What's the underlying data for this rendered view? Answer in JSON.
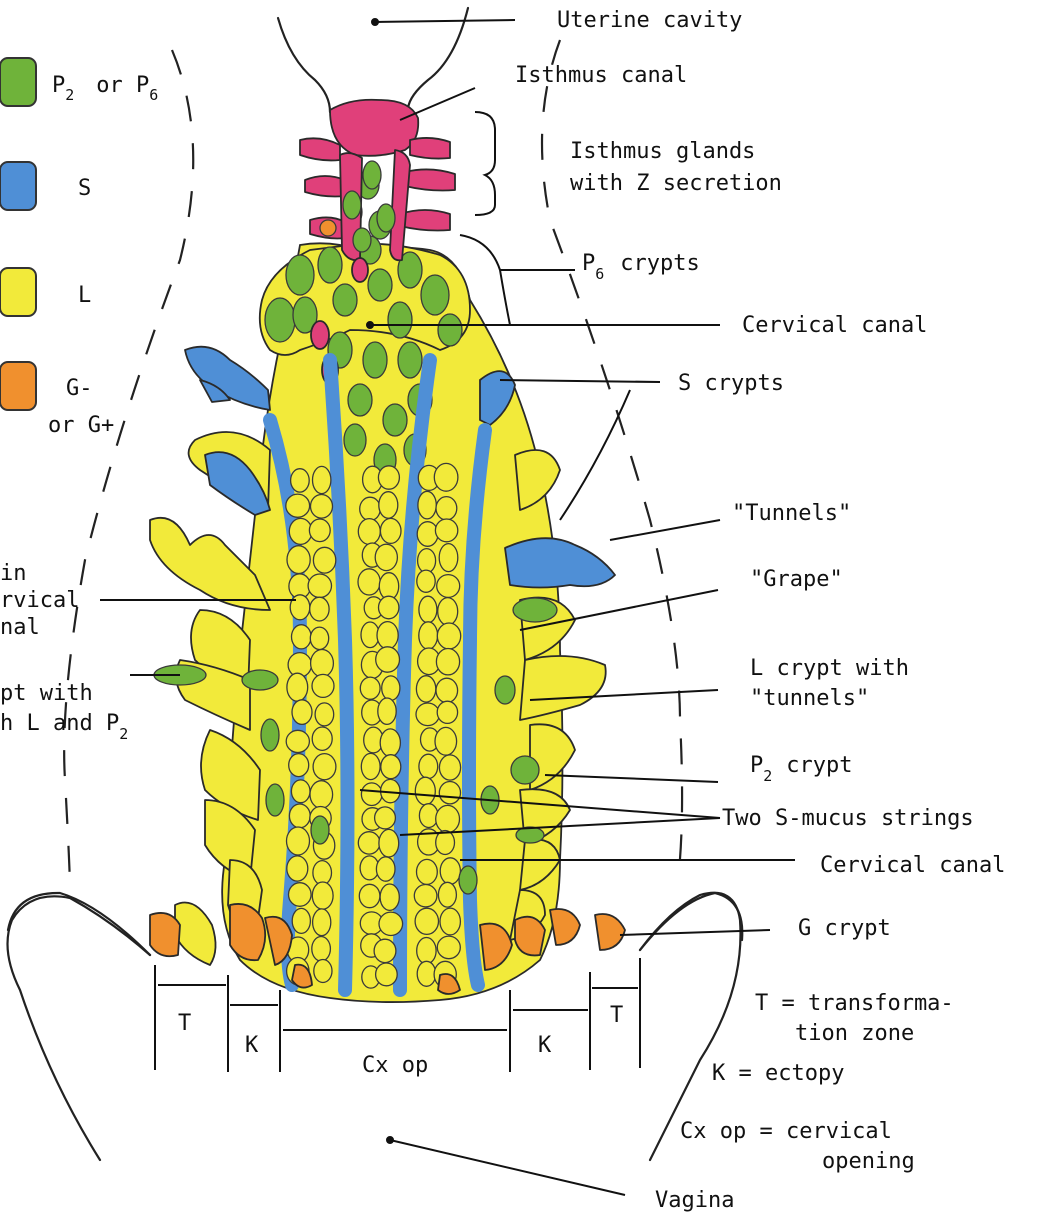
{
  "legend": {
    "items": [
      {
        "label": "P",
        "sub": "2",
        "mid": "or P",
        "sub2": "6",
        "color": "#6fb33a"
      },
      {
        "label": "S",
        "color": "#4f8fd6"
      },
      {
        "label": "L",
        "color": "#f2ea3a"
      },
      {
        "label": "G-",
        "label2": "or G+",
        "color": "#f0902e"
      }
    ]
  },
  "labels": {
    "uterine_cavity": "Uterine cavity",
    "isthmus_canal": "Isthmus canal",
    "isthmus_glands_1": "Isthmus glands",
    "isthmus_glands_2": "with Z secretion",
    "p6_crypts_a": "P",
    "p6_crypts_sub": "6",
    "p6_crypts_b": "crypts",
    "cervical_canal_top": "Cervical canal",
    "s_crypts": "S crypts",
    "tunnels": "\"Tunnels\"",
    "grape": "\"Grape\"",
    "l_crypt_1": "L crypt with",
    "l_crypt_2": "\"tunnels\"",
    "p2_crypt_a": "P",
    "p2_crypt_sub": "2",
    "p2_crypt_b": "crypt",
    "two_s_mucus": "Two S-mucus strings",
    "cervical_canal_bottom": "Cervical canal",
    "g_crypt": "G crypt",
    "left_1": "in",
    "left_2": "rvical",
    "left_3": "nal",
    "left_4": "pt with",
    "left_5": "h L and P",
    "left_5_sub": "2",
    "vagina": "Vagina"
  },
  "zones": {
    "T_left": "T",
    "K_left": "K",
    "Cx_op": "Cx op",
    "K_right": "K",
    "T_right": "T"
  },
  "key": {
    "t_def_1": "T = transforma-",
    "t_def_2": "tion zone",
    "k_def": "K = ectopy",
    "cx_def_1": "Cx op  = cervical",
    "cx_def_2": "opening"
  },
  "colors": {
    "P": "#6fb33a",
    "S": "#4f8fd6",
    "L": "#f2ea3a",
    "G": "#f0902e",
    "Z": "#e0407a"
  }
}
